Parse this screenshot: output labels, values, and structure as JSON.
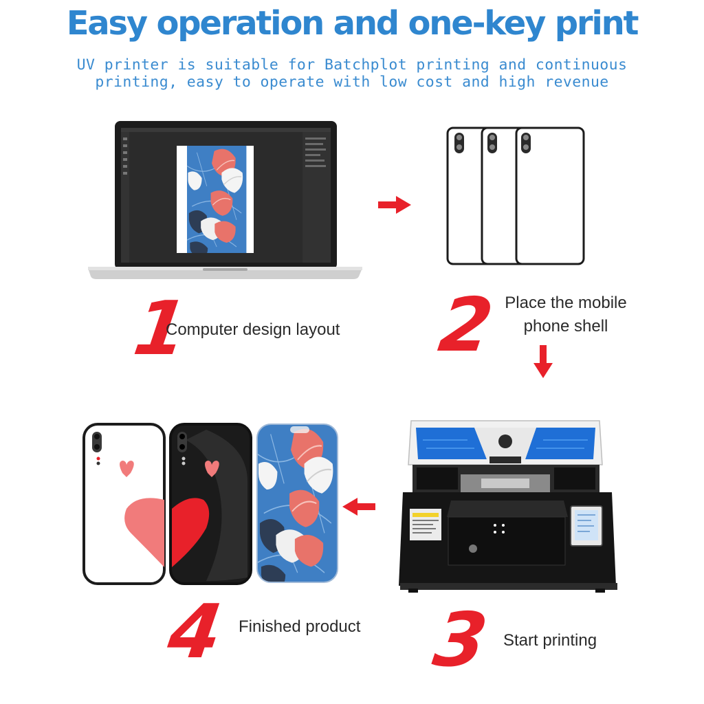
{
  "header": {
    "title": "Easy operation and one-key print",
    "subtitle_line1": "UV printer is suitable for Batchplot printing and continuous",
    "subtitle_line2": "printing, easy to operate with low cost and high revenue"
  },
  "steps": [
    {
      "number": "1",
      "label_line1": "Computer design layout"
    },
    {
      "number": "2",
      "label_line1": "Place the mobile",
      "label_line2": "phone shell"
    },
    {
      "number": "3",
      "label_line1": "Start printing"
    },
    {
      "number": "4",
      "label_line1": "Finished product"
    }
  ],
  "colors": {
    "title_blue": "#2f86cf",
    "accent_red": "#e8212a",
    "leaf_pattern_blue": "#3f7fc4",
    "leaf_salmon": "#e8736a"
  },
  "icons": {
    "arrow_right": "arrow-right-icon",
    "arrow_down": "arrow-down-icon",
    "arrow_left": "arrow-left-icon"
  }
}
